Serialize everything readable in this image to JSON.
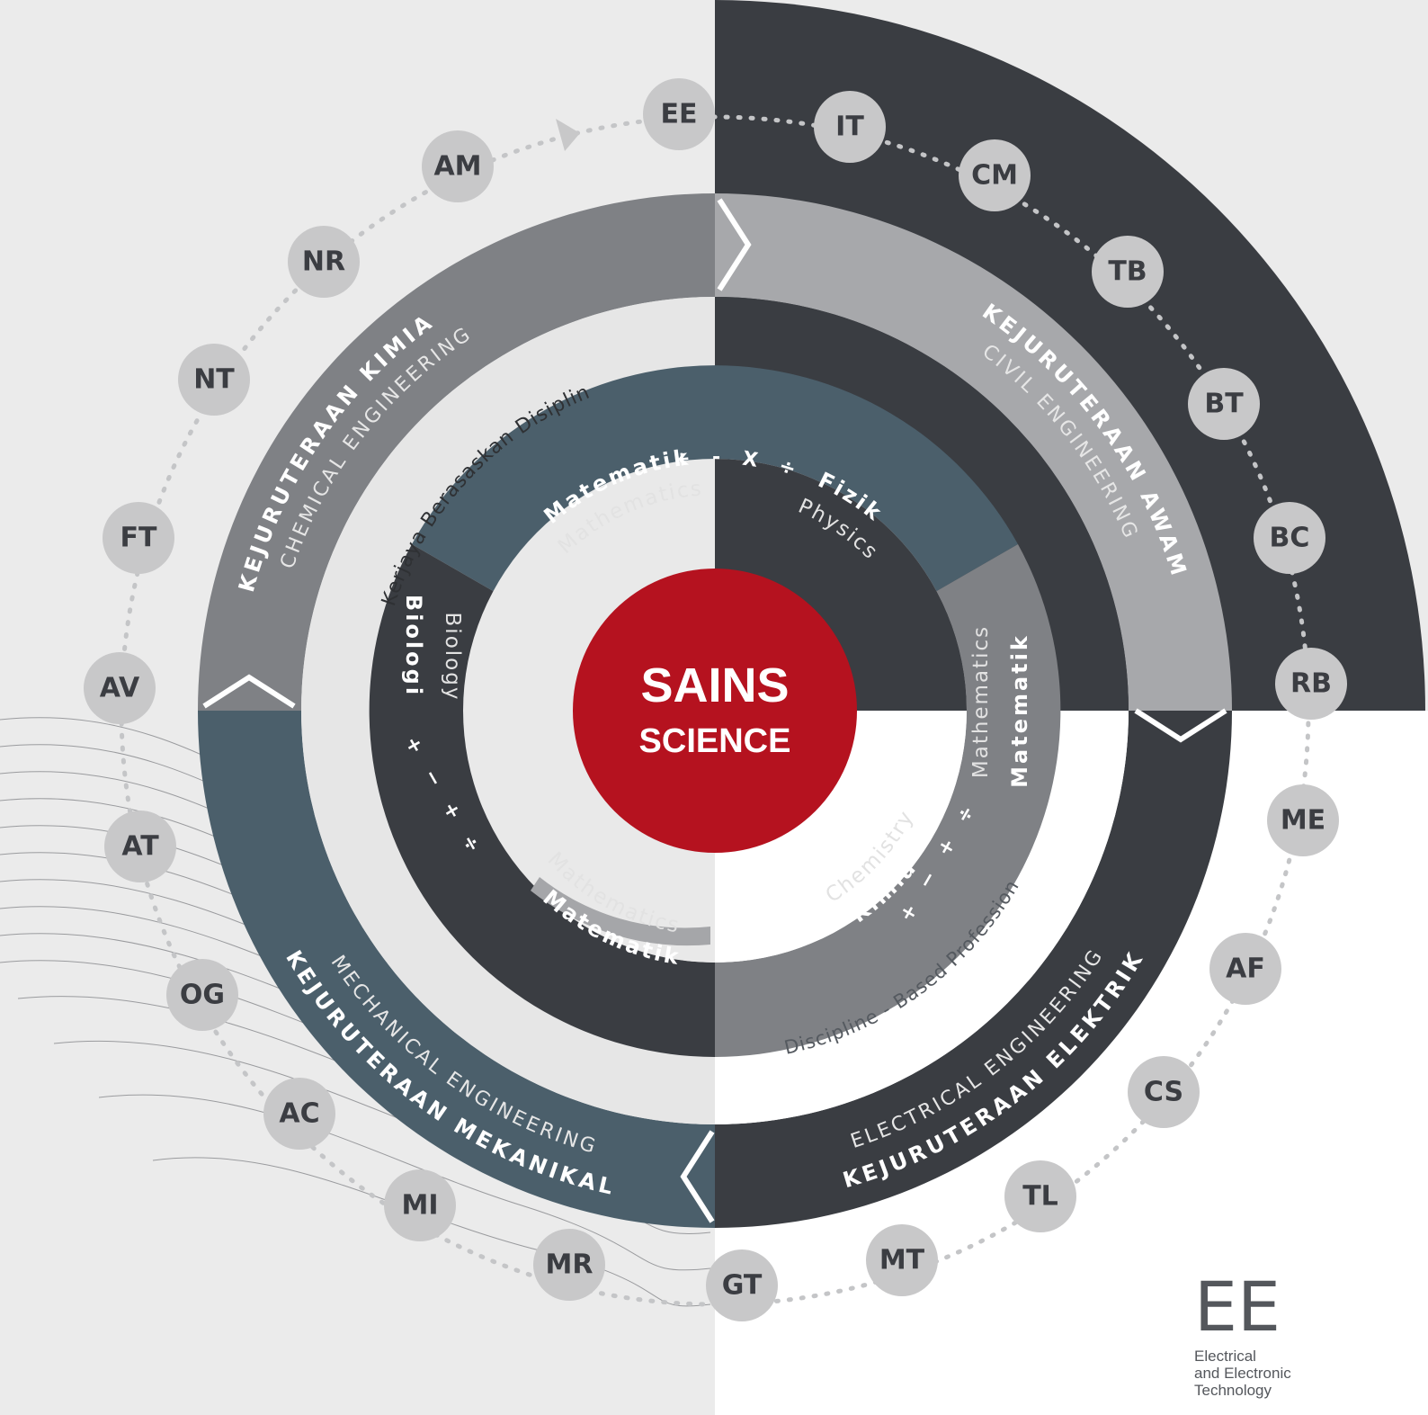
{
  "center": {
    "title_ms": "SAINS",
    "title_en": "SCIENCE"
  },
  "outer_ring": [
    {
      "id": "chem",
      "title_ms": "KEJURUTERAAN KIMIA",
      "title_en": "CHEMICAL ENGINEERING"
    },
    {
      "id": "civil",
      "title_ms": "KEJURUTERAAN AWAM",
      "title_en": "CIVIL ENGINEERING"
    },
    {
      "id": "elec",
      "title_ms": "KEJURUTERAAN ELEKTRIK",
      "title_en": "ELECTRICAL ENGINEERING"
    },
    {
      "id": "mech",
      "title_ms": "KEJURUTERAAN MEKANIKAL",
      "title_en": "MECHANICAL ENGINEERING"
    }
  ],
  "inner_ring": [
    {
      "id": "math-top",
      "title_ms": "Matematik",
      "title_en": "Mathematics"
    },
    {
      "id": "phys",
      "title_ms": "Fizik",
      "title_en": "Physics"
    },
    {
      "id": "math-right",
      "title_ms": "Matematik",
      "title_en": "Mathematics"
    },
    {
      "id": "chem-sci",
      "title_ms": "Kimia",
      "title_en": "Chemistry"
    },
    {
      "id": "math-bottom",
      "title_ms": "Matematik",
      "title_en": "Mathematics"
    },
    {
      "id": "bio",
      "title_ms": "Biologi",
      "title_en": "Biology"
    }
  ],
  "operators": {
    "top": "+ - X ÷",
    "right": "+ − + ÷",
    "left": "+ − + ÷"
  },
  "career_label_ms": "Kerjaya Berasaskan Disiplin",
  "career_label_en": "Discipline - Based Profession",
  "programs": [
    "EE",
    "IT",
    "CM",
    "TB",
    "BT",
    "BC",
    "RB",
    "ME",
    "AF",
    "CS",
    "TL",
    "MT",
    "GT",
    "MR",
    "MI",
    "AC",
    "OG",
    "AT",
    "AV",
    "FT",
    "NT",
    "NR",
    "AM"
  ],
  "logo": {
    "abbr": "EE",
    "name": "Electrical\nand Electronic\nTechnology"
  },
  "colors": {
    "dark": "#3a3d42",
    "mid": "#7f8185",
    "light": "#a7a8ab",
    "teal": "#4b5f6b",
    "red": "#b5121f",
    "node": "#c8c8c9"
  }
}
